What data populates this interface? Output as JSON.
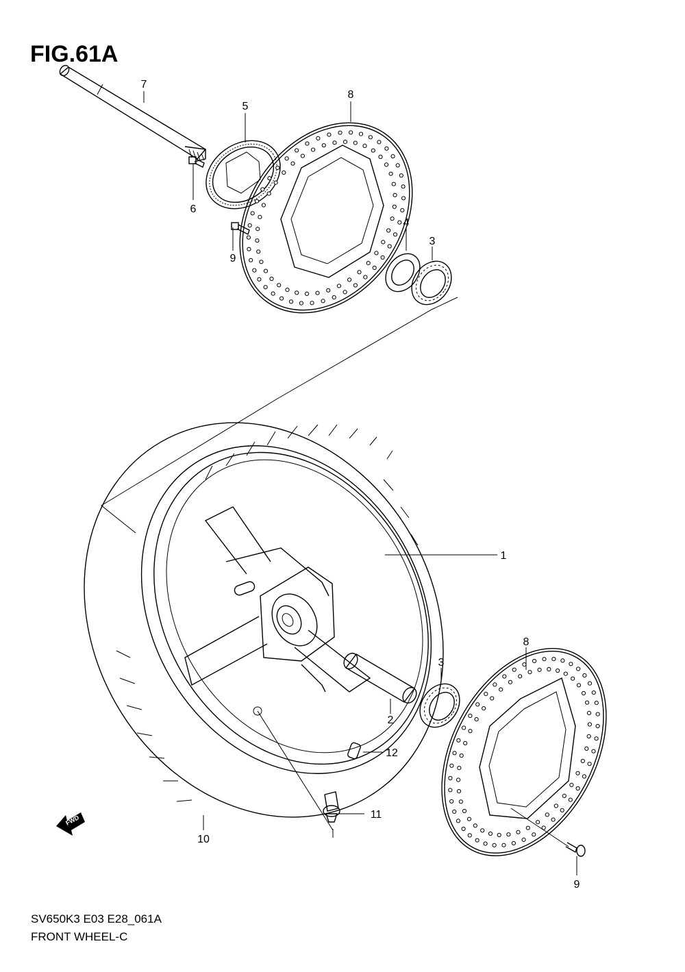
{
  "figure": {
    "title": "FIG.61A",
    "code": "SV650K3 E03 E28_061A",
    "name": "FRONT WHEEL-C",
    "fwd_label": "FWD"
  },
  "callouts": [
    {
      "id": "c7",
      "label": "7"
    },
    {
      "id": "c5",
      "label": "5"
    },
    {
      "id": "c8a",
      "label": "8"
    },
    {
      "id": "c6",
      "label": "6"
    },
    {
      "id": "c9a",
      "label": "9"
    },
    {
      "id": "c4",
      "label": "4"
    },
    {
      "id": "c3a",
      "label": "3"
    },
    {
      "id": "c1",
      "label": "1"
    },
    {
      "id": "c8b",
      "label": "8"
    },
    {
      "id": "c3b",
      "label": "3"
    },
    {
      "id": "c2",
      "label": "2"
    },
    {
      "id": "c12",
      "label": "12"
    },
    {
      "id": "c11",
      "label": "11"
    },
    {
      "id": "c10",
      "label": "10"
    },
    {
      "id": "c9b",
      "label": "9"
    }
  ]
}
